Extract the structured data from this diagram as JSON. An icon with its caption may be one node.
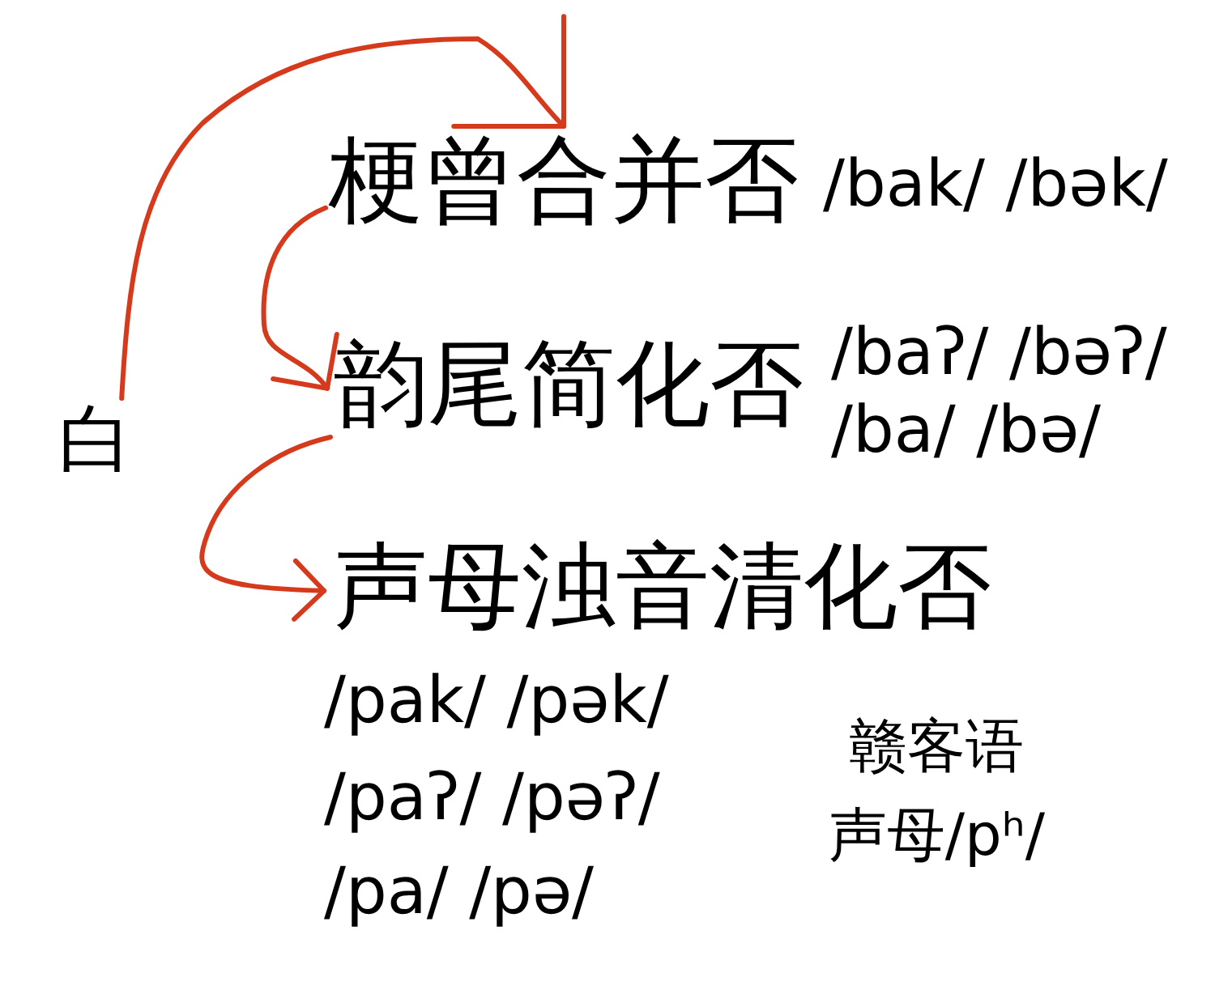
{
  "diagram": {
    "nodes": [
      {
        "text": [
          "白"
        ]
      },
      {
        "text": [
          "梗曾合并否"
        ],
        "beside": [
          "/bak/ /bək/"
        ]
      },
      {
        "text": [
          "韵尾简化否"
        ],
        "beside": [
          "/baʔ/ /bəʔ/ /ba/ /bə/"
        ]
      },
      {
        "text": [
          "声母浊音清化否"
        ],
        "beside": [
          "/pak/ /pək/",
          "/paʔ/ /pəʔ/",
          "/pa/ /pə/"
        ]
      }
    ],
    "edges": [
      {
        "from": 0,
        "to": 1,
        "arrow": "to"
      },
      {
        "from": 1,
        "to": 2,
        "arrow": "to"
      },
      {
        "from": 2,
        "to": 3,
        "arrow": "to"
      }
    ],
    "labels": [
      "赣客语声母/pʰ/"
    ]
  }
}
